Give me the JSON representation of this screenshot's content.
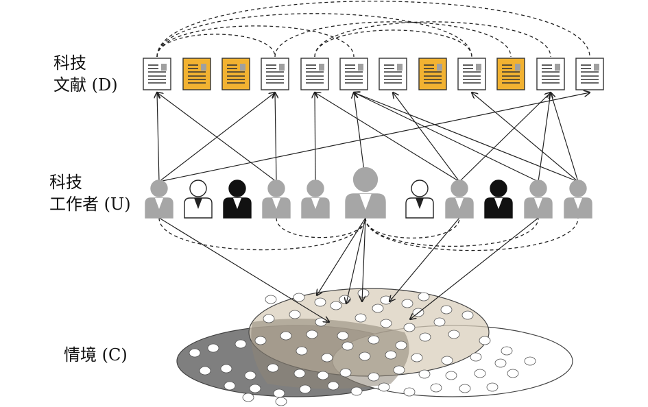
{
  "labels": {
    "documents": [
      "科技",
      "文献 (D)"
    ],
    "users": [
      "科技",
      "工作者 (U)"
    ],
    "context": [
      "情境 (C)"
    ]
  },
  "colors": {
    "document_highlight": "#F2B231",
    "document_plain": "#FFFFFF",
    "user_gray": "#A6A6A6",
    "user_black": "#111111",
    "user_white": "#FFFFFF",
    "context_dark": "#7F7F7F",
    "context_tan": "#D8CDBA",
    "context_white": "#FFFFFF",
    "line": "#222222"
  },
  "documents": [
    {
      "id": "d1",
      "style": "plain"
    },
    {
      "id": "d2",
      "style": "highlight"
    },
    {
      "id": "d3",
      "style": "highlight"
    },
    {
      "id": "d4",
      "style": "plain"
    },
    {
      "id": "d5",
      "style": "plain"
    },
    {
      "id": "d6",
      "style": "plain"
    },
    {
      "id": "d7",
      "style": "plain"
    },
    {
      "id": "d8",
      "style": "highlight"
    },
    {
      "id": "d9",
      "style": "plain"
    },
    {
      "id": "d10",
      "style": "highlight"
    },
    {
      "id": "d11",
      "style": "plain"
    },
    {
      "id": "d12",
      "style": "plain"
    }
  ],
  "users": [
    {
      "id": "u1",
      "style": "gray"
    },
    {
      "id": "u2",
      "style": "white"
    },
    {
      "id": "u3",
      "style": "black"
    },
    {
      "id": "u4",
      "style": "gray"
    },
    {
      "id": "u5",
      "style": "gray"
    },
    {
      "id": "u6",
      "style": "gray-large"
    },
    {
      "id": "u7",
      "style": "white"
    },
    {
      "id": "u8",
      "style": "gray"
    },
    {
      "id": "u9",
      "style": "black"
    },
    {
      "id": "u10",
      "style": "gray"
    },
    {
      "id": "u11",
      "style": "gray"
    }
  ],
  "user_document_links": [
    [
      "u1",
      "d1"
    ],
    [
      "u1",
      "d4"
    ],
    [
      "u1",
      "d12"
    ],
    [
      "u4",
      "d1"
    ],
    [
      "u4",
      "d4"
    ],
    [
      "u5",
      "d5"
    ],
    [
      "u6",
      "d6"
    ],
    [
      "u8",
      "d5"
    ],
    [
      "u8",
      "d7"
    ],
    [
      "u8",
      "d11"
    ],
    [
      "u10",
      "d6"
    ],
    [
      "u10",
      "d11"
    ],
    [
      "u11",
      "d9"
    ],
    [
      "u11",
      "d11"
    ],
    [
      "u11",
      "d6"
    ]
  ],
  "document_links": [
    [
      "d1",
      "d12"
    ],
    [
      "d1",
      "d9"
    ],
    [
      "d1",
      "d6"
    ],
    [
      "d1",
      "d4"
    ],
    [
      "d4",
      "d10"
    ],
    [
      "d5",
      "d11"
    ],
    [
      "d5",
      "d9"
    ]
  ],
  "user_links": [
    [
      "u1",
      "u6"
    ],
    [
      "u4",
      "u6"
    ],
    [
      "u6",
      "u8"
    ],
    [
      "u6",
      "u10"
    ],
    [
      "u6",
      "u11"
    ]
  ],
  "context_groups": [
    {
      "id": "context-dark",
      "color": "#7F7F7F"
    },
    {
      "id": "context-tan",
      "color": "#D8CDBA"
    },
    {
      "id": "context-white",
      "color": "#FFFFFF"
    }
  ]
}
